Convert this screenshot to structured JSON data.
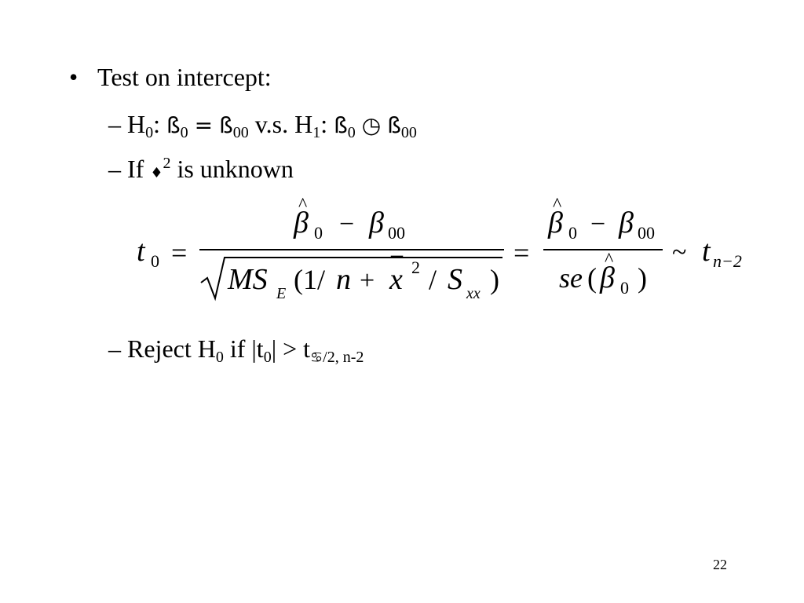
{
  "bullet": {
    "symbol": "•",
    "text": "Test on intercept:"
  },
  "hypothesis": {
    "dash": "–",
    "h0_label": "H",
    "h0_sub": "0",
    "colon": ":",
    "beta_glyph": "ß",
    "sub0": "0",
    "equals": "=",
    "sub00": "00",
    "vs": "v.s.",
    "h1_label": "H",
    "h1_sub": "1",
    "neq_glyph": "◷"
  },
  "condition": {
    "dash": "–",
    "if_text": "If",
    "sigma_glyph": "♦",
    "sigma_sup": "2",
    "rest": "is unknown"
  },
  "equation": {
    "t": "t",
    "t_sub": "0",
    "equals": "=",
    "beta": "β",
    "hat": "^",
    "b_sub0": "0",
    "minus": "−",
    "b_sub00": "00",
    "ms": "MS",
    "ms_sub": "E",
    "paren_open": "(1/",
    "n": "n",
    "plus": "+",
    "xbar": "x",
    "bar": "¯",
    "x_sup": "2",
    "slash": "/",
    "s": "S",
    "s_sub": "xx",
    "paren_close": ")",
    "se": "se",
    "se_open": "(",
    "se_close": ")",
    "tilde": "~",
    "t2": "t",
    "t2_sub": "n−2"
  },
  "reject": {
    "dash": "–",
    "text_a": "Reject H",
    "h_sub": "0",
    "text_b": "if |t",
    "t_sub": "0",
    "text_c": "| > t",
    "alpha_glyph": "♋",
    "tail_sub": "/2, n-2"
  },
  "page_number": "22"
}
